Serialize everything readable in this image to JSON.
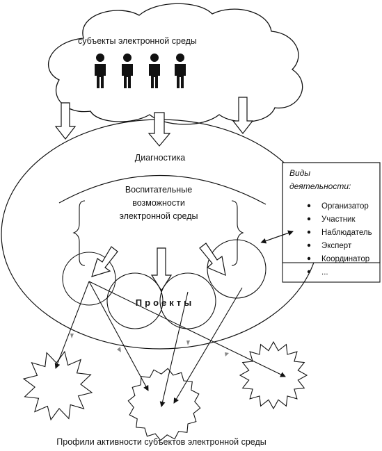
{
  "cloud_label": "субъекты электронной среды",
  "diagnostics_label": "Диагностика",
  "educational_lines": [
    "Воспитательные",
    "возможности",
    "электронной среды"
  ],
  "projects_label": "Проекты",
  "activities": {
    "title_lines": [
      "Виды",
      "деятельности:"
    ],
    "items": [
      "Организатор",
      "Участник",
      "Наблюдатель",
      "Эксперт",
      "Координатор",
      "..."
    ]
  },
  "footer_label": "Профили активности субъектов электронной среды",
  "icons": {
    "person": "person-icon",
    "bullet": "bullet-icon"
  },
  "colors": {
    "stroke": "#111111",
    "arrowhead_small": "#888888",
    "background": "#ffffff"
  }
}
